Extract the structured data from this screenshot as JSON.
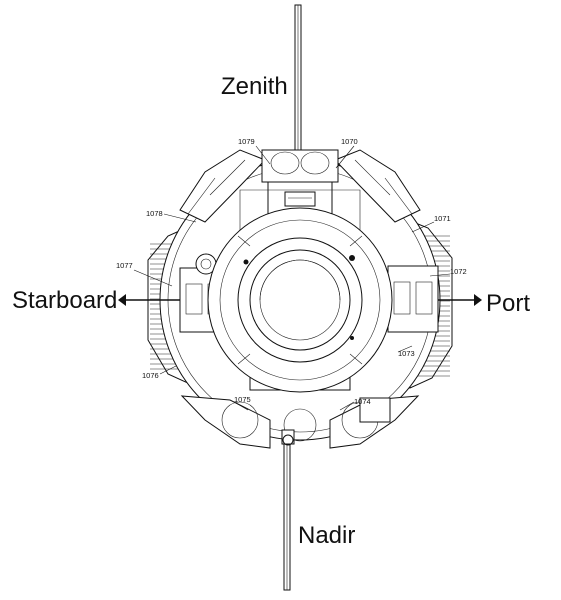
{
  "labels": {
    "zenith": "Zenith",
    "nadir": "Nadir",
    "starboard": "Starboard",
    "port": "Port"
  },
  "part_numbers": [
    "1070",
    "1071",
    "1072",
    "1073",
    "1074",
    "1075",
    "1076",
    "1077",
    "1078",
    "1079"
  ],
  "colors": {
    "line": "#111111",
    "background": "#ffffff"
  }
}
